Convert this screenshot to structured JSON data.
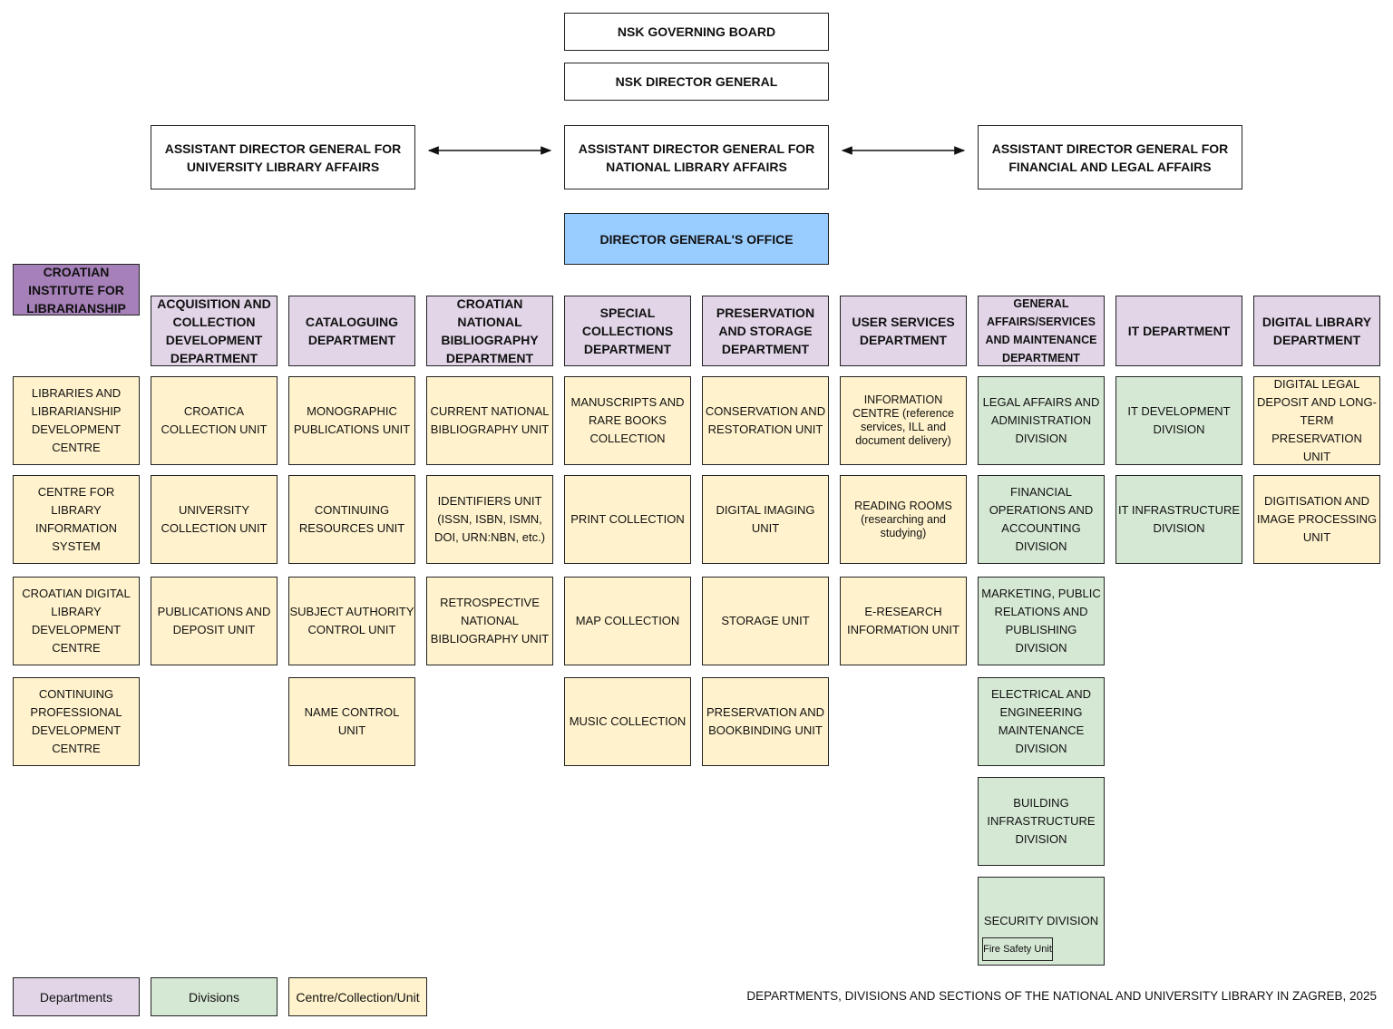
{
  "top": {
    "board": "NSK  GOVERNING BOARD",
    "director": "NSK DIRECTOR GENERAL",
    "assistant_university": "ASSISTANT DIRECTOR GENERAL FOR\nUNIVERSITY LIBRARY AFFAIRS",
    "assistant_national": "ASSISTANT DIRECTOR GENERAL FOR\nNATIONAL LIBRARY AFFAIRS",
    "assistant_financial": "ASSISTANT DIRECTOR GENERAL FOR\nFINANCIAL AND LEGAL AFFAIRS",
    "office": "DIRECTOR GENERAL'S OFFICE"
  },
  "columns": [
    {
      "header": "CROATIAN\nINSTITUTE FOR\nLIBRARIANSHIP",
      "items": [
        {
          "label": "LIBRARIES AND\nLIBRARIANSHIP\nDEVELOPMENT\nCENTRE"
        },
        {
          "label": "CENTRE FOR\nLIBRARY\nINFORMATION\nSYSTEM"
        },
        {
          "label": "CROATIAN DIGITAL\nLIBRARY\nDEVELOPMENT\nCENTRE"
        },
        {
          "label": "CONTINUING\nPROFESSIONAL\nDEVELOPMENT\nCENTRE"
        }
      ]
    },
    {
      "header": "ACQUISITION AND\nCOLLECTION\nDEVELOPMENT\nDEPARTMENT",
      "items": [
        {
          "label": "CROATICA\nCOLLECTION UNIT"
        },
        {
          "label": "UNIVERSITY\nCOLLECTION UNIT"
        },
        {
          "label": "PUBLICATIONS AND\nDEPOSIT UNIT"
        }
      ]
    },
    {
      "header": "CATALOGUING\nDEPARTMENT",
      "items": [
        {
          "label": "MONOGRAPHIC\nPUBLICATIONS UNIT"
        },
        {
          "label": "CONTINUING\nRESOURCES UNIT"
        },
        {
          "label": "SUBJECT AUTHORITY\nCONTROL UNIT"
        },
        {
          "label": "NAME CONTROL UNIT"
        }
      ]
    },
    {
      "header": "CROATIAN\nNATIONAL\nBIBLIOGRAPHY\nDEPARTMENT",
      "items": [
        {
          "label": "CURRENT NATIONAL\nBIBLIOGRAPHY UNIT"
        },
        {
          "label": "IDENTIFIERS UNIT\n(ISSN, ISBN, ISMN,\nDOI, URN:NBN, etc.)"
        },
        {
          "label": "RETROSPECTIVE\nNATIONAL\nBIBLIOGRAPHY UNIT"
        }
      ]
    },
    {
      "header": "SPECIAL\nCOLLECTIONS\nDEPARTMENT",
      "items": [
        {
          "label": "MANUSCRIPTS AND\nRARE BOOKS\nCOLLECTION"
        },
        {
          "label": "PRINT COLLECTION"
        },
        {
          "label": "MAP COLLECTION"
        },
        {
          "label": "MUSIC COLLECTION"
        }
      ]
    },
    {
      "header": "PRESERVATION\nAND STORAGE\nDEPARTMENT",
      "items": [
        {
          "label": "CONSERVATION AND\nRESTORATION UNIT"
        },
        {
          "label": "DIGITAL IMAGING\nUNIT"
        },
        {
          "label": "STORAGE UNIT"
        },
        {
          "label": "PRESERVATION AND\nBOOKBINDING UNIT"
        }
      ]
    },
    {
      "header": "USER SERVICES\nDEPARTMENT",
      "items": [
        {
          "label": "INFORMATION\nCENTRE (reference\nservices, ILL and\ndocument delivery)"
        },
        {
          "label": "READING ROOMS\n(researching and\nstudying)"
        },
        {
          "label": "E-RESEARCH\nINFORMATION UNIT"
        }
      ]
    },
    {
      "header": "GENERAL\nAFFAIRS/SERVICES\nAND MAINTENANCE\nDEPARTMENT",
      "items": [
        {
          "label": "LEGAL AFFAIRS AND\nADMINISTRATION\nDIVISION"
        },
        {
          "label": "FINANCIAL\nOPERATIONS AND\nACCOUNTING\nDIVISION"
        },
        {
          "label": "MARKETING, PUBLIC\nRELATIONS AND\nPUBLISHING DIVISION"
        },
        {
          "label": "ELECTRICAL AND\nENGINEERING\nMAINTENANCE\nDIVISION"
        },
        {
          "label": "BUILDING\nINFRASTRUCTURE\nDIVISION"
        },
        {
          "label": "SECURITY DIVISION",
          "subunit": "Fire Safety Unit"
        }
      ]
    },
    {
      "header": "IT DEPARTMENT",
      "items": [
        {
          "label": "IT DEVELOPMENT\nDIVISION"
        },
        {
          "label": "IT INFRASTRUCTURE\nDIVISION"
        }
      ]
    },
    {
      "header": "DIGITAL LIBRARY\nDEPARTMENT",
      "items": [
        {
          "label": "DIGITAL LEGAL\nDEPOSIT AND LONG-\nTERM PRESERVATION\nUNIT"
        },
        {
          "label": "DIGITISATION AND\nIMAGE PROCESSING\nUNIT"
        }
      ]
    }
  ],
  "legend": {
    "departments": "Departments",
    "divisions": "Divisions",
    "units": "Centre/Collection/Unit"
  },
  "caption": "DEPARTMENTS, DIVISIONS AND SECTIONS OF THE NATIONAL AND UNIVERSITY LIBRARY IN ZAGREB, 2025",
  "colors": {
    "office": "#99ccff",
    "institute": "#a680b8",
    "department": "#e1d5e7",
    "division": "#d5e8d4",
    "unit": "#fff2cc"
  }
}
